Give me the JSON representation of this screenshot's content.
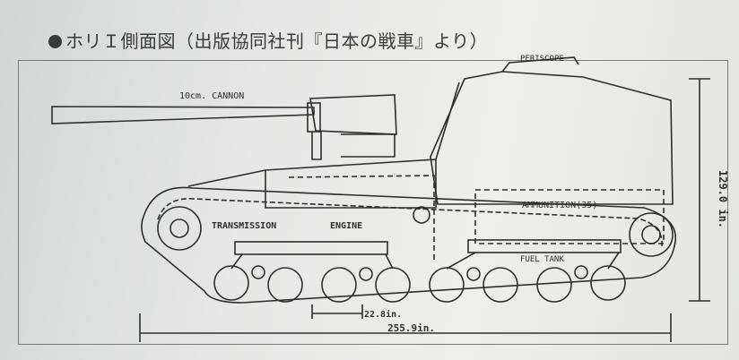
{
  "caption": {
    "bullet_icon": "filled-circle",
    "text": "ホリＩ側面図（出版協同社刊『日本の戦車』より）"
  },
  "labels": {
    "periscope": "PERISCOPE",
    "cannon": "10cm. CANNON",
    "transmission": "TRANSMISSION",
    "engine": "ENGINE",
    "ammunition": "AMMUNITION(35)",
    "fuel_tank": "FUEL TANK",
    "height": "129.0 in.",
    "wheel_spacing": "22.8in.",
    "length": "255.9in."
  },
  "colors": {
    "ink": "#2e2e2e",
    "paper": "#ecedeb"
  }
}
